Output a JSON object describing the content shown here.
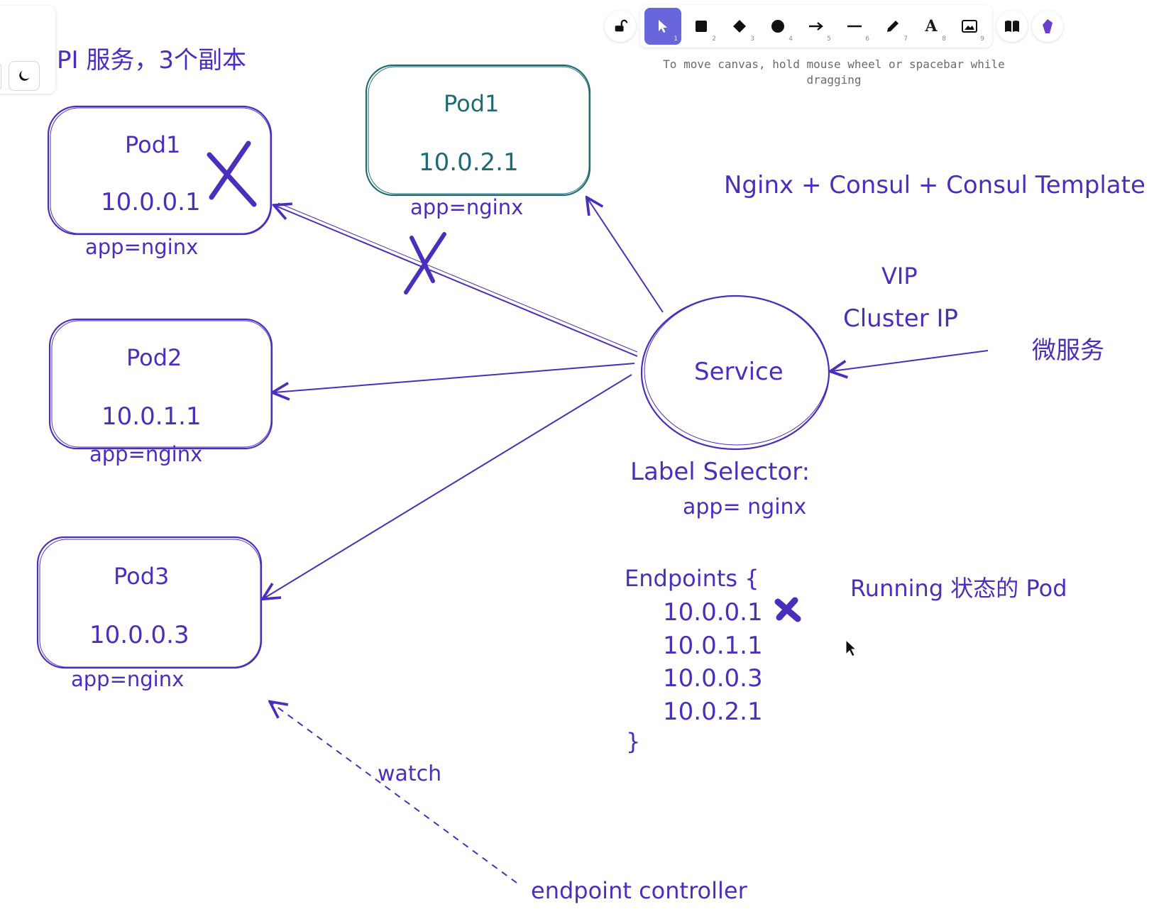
{
  "toolbar": {
    "tools": [
      {
        "name": "selection",
        "key": "1"
      },
      {
        "name": "rectangle",
        "key": "2"
      },
      {
        "name": "diamond",
        "key": "3"
      },
      {
        "name": "ellipse",
        "key": "4"
      },
      {
        "name": "arrow",
        "key": "5"
      },
      {
        "name": "line",
        "key": "6"
      },
      {
        "name": "draw",
        "key": "7"
      },
      {
        "name": "text",
        "key": "8"
      },
      {
        "name": "image",
        "key": "9"
      }
    ],
    "hint": "To move canvas, hold mouse wheel or spacebar while dragging",
    "text_tool_glyph": "A"
  },
  "canvas": {
    "heading": "PI 服务，3个副本",
    "pods": [
      {
        "name": "Pod1",
        "ip": "10.0.0.1",
        "label": "app=nginx"
      },
      {
        "name": "Pod2",
        "ip": "10.0.1.1",
        "label": "app=nginx"
      },
      {
        "name": "Pod3",
        "ip": "10.0.0.3",
        "label": "app=nginx"
      },
      {
        "name": "Pod1",
        "ip": "10.0.2.1",
        "label": "app=nginx"
      }
    ],
    "service": "Service",
    "stack": "Nginx + Consul + Consul Template",
    "vip": "VIP",
    "cluster_ip": "Cluster IP",
    "microservice": "微服务",
    "label_selector": "Label Selector:",
    "selector_value": "app= nginx",
    "endpoints_open": "Endpoints {",
    "endpoints": [
      "10.0.0.1",
      "10.0.1.1",
      "10.0.0.3",
      "10.0.2.1"
    ],
    "endpoints_close": "}",
    "running_note": "Running 状态的 Pod",
    "watch": "watch",
    "controller": "endpoint controller"
  },
  "colors": {
    "ink": "#4a2fbd",
    "teal": "#1f6b73",
    "accent": "#6965db"
  }
}
